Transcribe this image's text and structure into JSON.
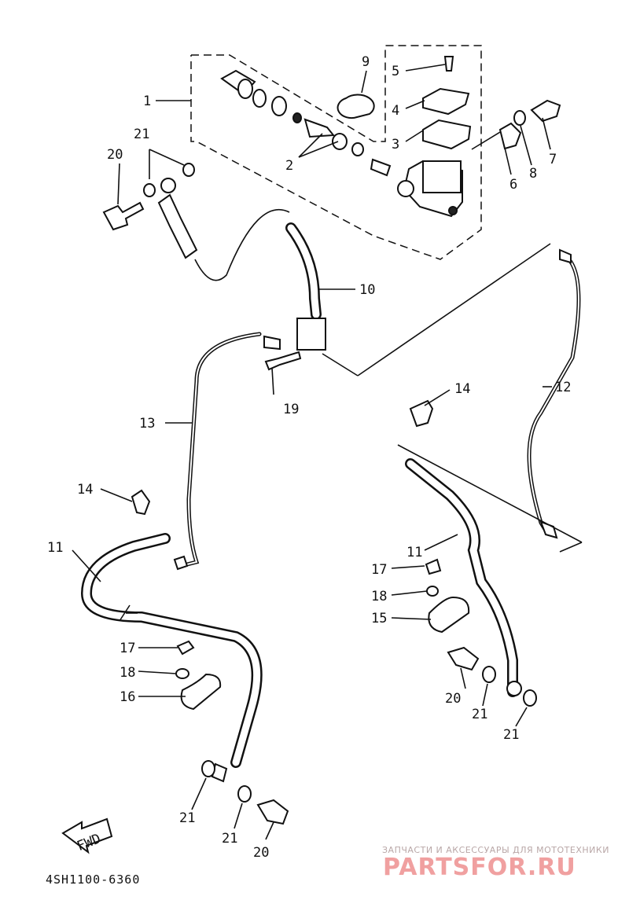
{
  "diagram": {
    "part_numbers": {
      "p1": "1",
      "p2": "2",
      "p3": "3",
      "p4": "4",
      "p5": "5",
      "p6": "6",
      "p7": "7",
      "p8": "8",
      "p9": "9",
      "p10": "10",
      "p11a": "11",
      "p11b": "11",
      "p12": "12",
      "p13": "13",
      "p14a": "14",
      "p14b": "14",
      "p15": "15",
      "p16": "16",
      "p17a": "17",
      "p17b": "17",
      "p18a": "18",
      "p18b": "18",
      "p19": "19",
      "p20a": "20",
      "p20b": "20",
      "p20c": "20",
      "p21a": "21",
      "p21b": "21",
      "p21c": "21",
      "p21d": "21",
      "p21e": "21"
    },
    "fwd_label": "FWD",
    "diagram_code": "4SH1100-6360"
  },
  "watermark": {
    "tagline": "ЗАПЧАСТИ И АКСЕССУАРЫ ДЛЯ МОТОТЕХНИКИ",
    "brand": "PARTSFOR.RU",
    "color": "#f0a0a0"
  }
}
